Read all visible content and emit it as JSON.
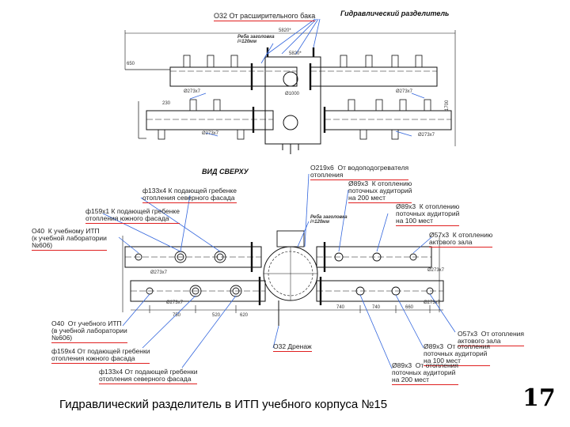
{
  "title": "Гидравлический разделитель",
  "view_label": "ВИД СВЕРХУ",
  "slope_note": {
    "line1": "Реба заголовка",
    "line2": "i=120мм"
  },
  "top_view": {
    "label_top": "О32  От расширительного бака",
    "dims": [
      "5820*",
      "5820*",
      "1700",
      "Ø1000",
      "Ø273х7",
      "Ø273х7",
      "Ø273х7",
      "Ø273х7",
      "230",
      "650"
    ]
  },
  "plan_view": {
    "labels_left": [
      "ф133х4 К подающей гребенке\nотопления северного фасада",
      "ф159х1 К подающей гребенке\nотопления южного фасада",
      "О40  К учебному ИТП\n(к учебной лаборатории\n№606)",
      "О40  От учебного ИТП\n(в учебной лаборатории\n№606)",
      "ф159х4 От подающей гребенки\nотопления южного фасада",
      "ф133х4 От подающей гребенки\nотопления северного фасада"
    ],
    "labels_right": [
      "О219х6  От водоподогревателя\nотопления",
      "Ø89х3  К отоплению\nпоточных аудиторий\nна 200 мест",
      "Ø89х3  К отоплению\nпоточных аудиторий\nна 100 мест",
      "Ø57х3  К отоплению\nактового зала",
      "О57х3  От отопления\nактового зала",
      "Ø89х3  От отопления\nпоточных аудиторий\nна 100 мест",
      "Ø89х3  От отопления\nпоточных аудиторий\nна 200 мест"
    ],
    "label_drain": "О32  Дренаж",
    "dims": [
      "Ø273х7",
      "Ø273х7",
      "Ø273х7",
      "Ø273х7",
      "750",
      "520",
      "740",
      "740",
      "660",
      "620"
    ]
  },
  "caption": "Гидравлический  разделитель в ИТП учебного корпуса №15",
  "page_number": "17",
  "colors": {
    "leader": "#3366dd",
    "underline": "#e02020",
    "line": "#111111"
  }
}
